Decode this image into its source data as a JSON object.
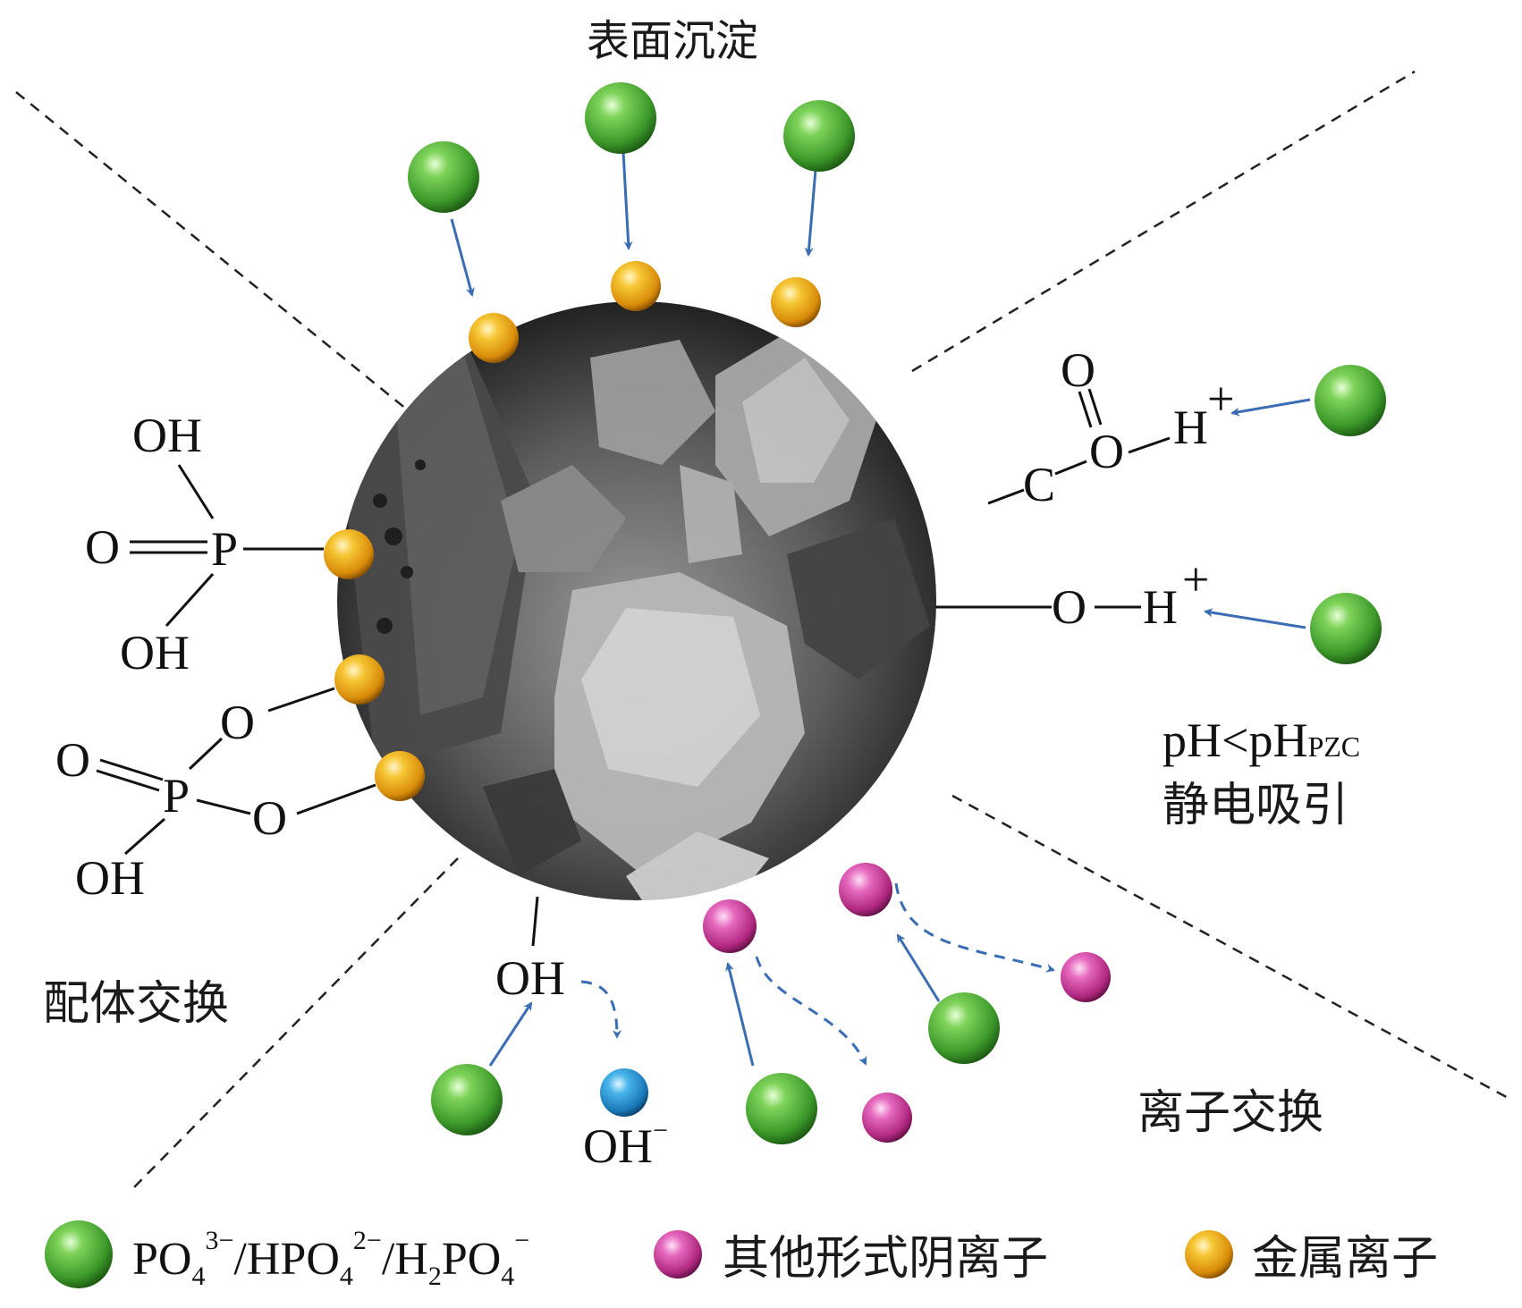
{
  "mechanisms": {
    "surface_precipitation": "表面沉淀",
    "electrostatic_condition": "pH<pH",
    "electrostatic_condition_sub": "PZC",
    "electrostatic_attraction": "静电吸引",
    "ligand_exchange": "配体交换",
    "ion_exchange": "离子交换"
  },
  "chemistry": {
    "O": "O",
    "OH": "OH",
    "P": "P",
    "C": "C",
    "H": "H",
    "plus": "+",
    "hydroxide": "OH",
    "hydroxide_charge": "−"
  },
  "legend": {
    "phosphate_parts": [
      "PO",
      "4",
      "3−",
      "/HPO",
      "4",
      "2−",
      "/H",
      "2",
      "PO",
      "4",
      "−"
    ],
    "other_anions": "其他形式阴离子",
    "metal_ions": "金属离子"
  },
  "colors": {
    "phosphate": "#4caf3a",
    "metal": "#f0a818",
    "other_anion": "#cc3a9a",
    "hydroxide": "#2a8fd0",
    "arrow": "#3a6db3",
    "particle": "#6a6a6a"
  }
}
